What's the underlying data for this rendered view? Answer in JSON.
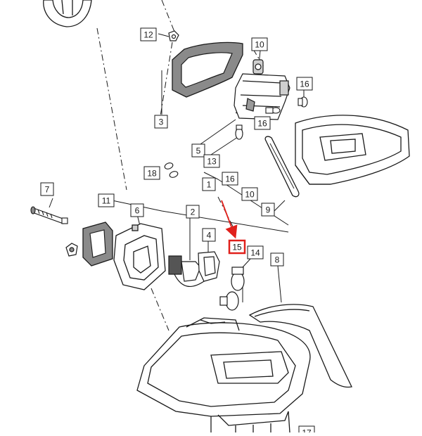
{
  "diagram": {
    "highlight_color": "#e0201b",
    "line_color": "#1a1a1a",
    "callouts": [
      {
        "id": "c12",
        "label": "12"
      },
      {
        "id": "c10a",
        "label": "10"
      },
      {
        "id": "c16a",
        "label": "16"
      },
      {
        "id": "c3",
        "label": "3"
      },
      {
        "id": "c16b",
        "label": "16"
      },
      {
        "id": "c5",
        "label": "5"
      },
      {
        "id": "c13",
        "label": "13"
      },
      {
        "id": "c18",
        "label": "18"
      },
      {
        "id": "c16c",
        "label": "16"
      },
      {
        "id": "c1",
        "label": "1"
      },
      {
        "id": "c10b",
        "label": "10"
      },
      {
        "id": "c9",
        "label": "9"
      },
      {
        "id": "c7",
        "label": "7"
      },
      {
        "id": "c11",
        "label": "11"
      },
      {
        "id": "c6",
        "label": "6"
      },
      {
        "id": "c2",
        "label": "2"
      },
      {
        "id": "c4",
        "label": "4"
      },
      {
        "id": "c15",
        "label": "15",
        "highlighted": true
      },
      {
        "id": "c14",
        "label": "14"
      },
      {
        "id": "c8",
        "label": "8"
      },
      {
        "id": "c17",
        "label": "17"
      }
    ]
  }
}
